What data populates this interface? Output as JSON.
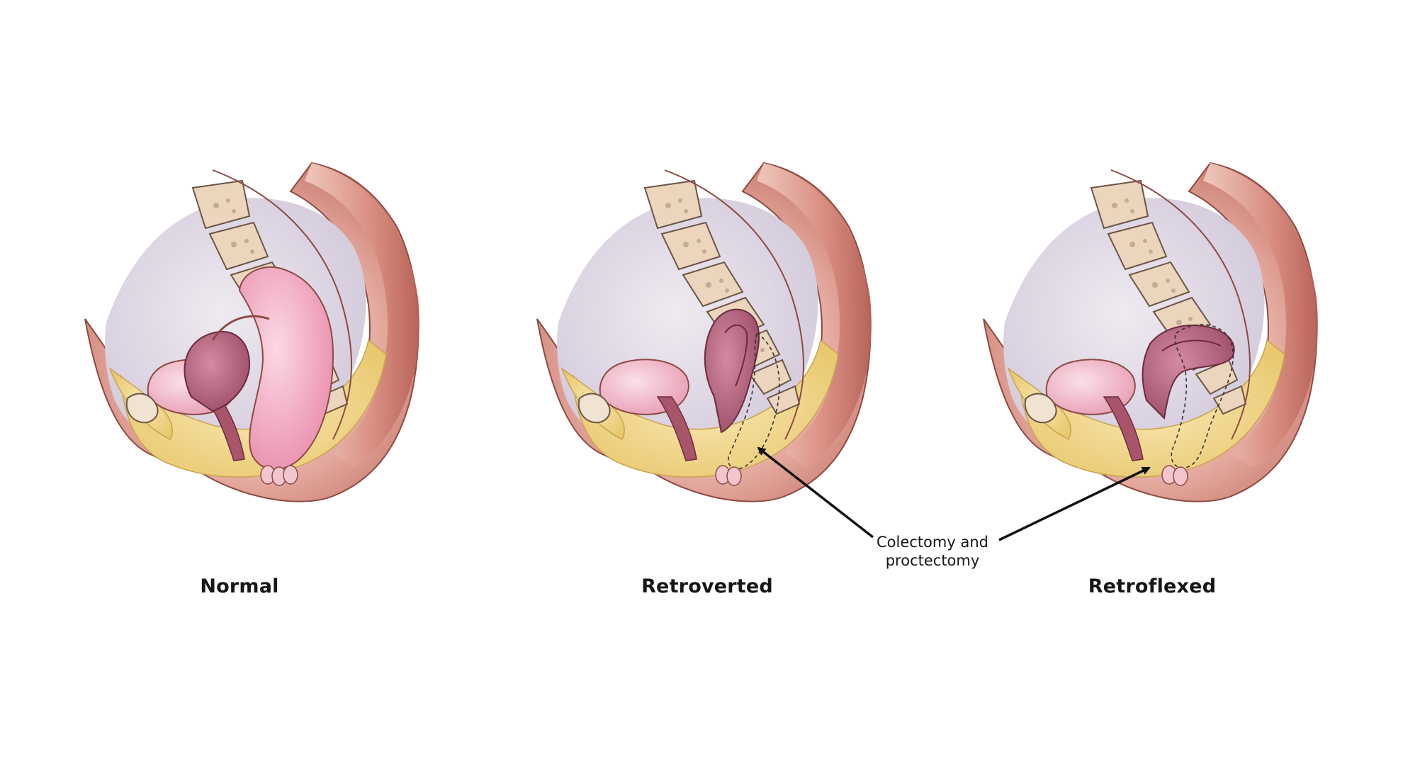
{
  "panels": [
    {
      "id": "normal",
      "label": "Normal"
    },
    {
      "id": "retroverted",
      "label": "Retroverted"
    },
    {
      "id": "retroflexed",
      "label": "Retroflexed"
    }
  ],
  "annotation": {
    "line1": "Colectomy and",
    "line2": "proctectomy"
  },
  "colors": {
    "background": "#ffffff",
    "skin": "#e2a59a",
    "skin_dark": "#b9665c",
    "cavity": "#ddd6e2",
    "bone": "#ecd5bd",
    "bone_outline": "#6b5546",
    "fat": "#f0d98f",
    "uterus_normal": "#f2a9c2",
    "uterus_tilted": "#b15f7a",
    "bladder": "#f1b3c6",
    "arrow": "#111111"
  }
}
